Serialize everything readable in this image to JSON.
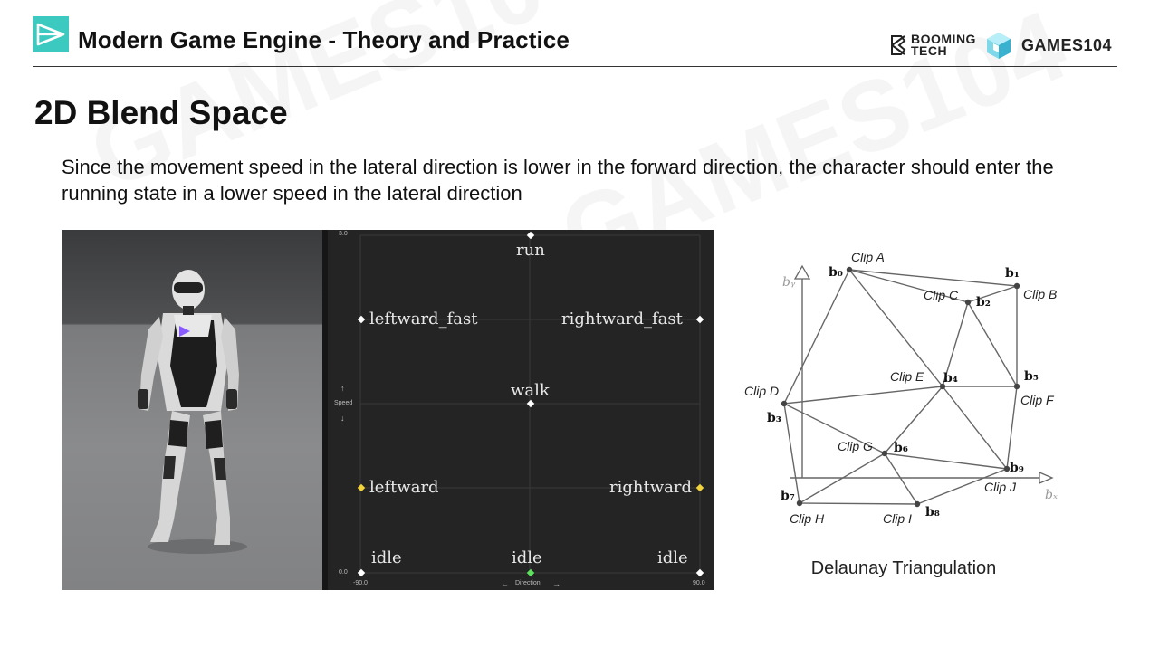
{
  "header": {
    "course_title": "Modern Game Engine - Theory and Practice",
    "brand_booming_line1": "BOOMING",
    "brand_booming_line2": "TECH",
    "brand_games": "GAMES104"
  },
  "slide": {
    "title": "2D Blend Space",
    "body": "Since the movement speed in the lateral direction is lower in the forward direction, the character should enter the running state in a lower speed in the lateral direction"
  },
  "blend_space": {
    "nodes": {
      "run": "run",
      "leftward_fast": "leftward_fast",
      "rightward_fast": "rightward_fast",
      "walk": "walk",
      "leftward": "leftward",
      "rightward": "rightward",
      "idle_left": "idle",
      "idle_center": "idle",
      "idle_right": "idle"
    },
    "axis": {
      "y_max": "3.0",
      "y_min": "0.0",
      "y_label": "Speed",
      "x_min": "-90.0",
      "x_max": "90.0",
      "x_label": "Direction"
    },
    "colors": {
      "sample_white": "#ffffff",
      "sample_yellow": "#f2d33c",
      "sample_green": "#5fe05f"
    }
  },
  "diagram": {
    "caption": "Delaunay Triangulation",
    "axes": {
      "x": "bₓ",
      "y": "bᵧ"
    },
    "points": [
      {
        "clip": "Clip A",
        "b": "b₀"
      },
      {
        "clip": "Clip B",
        "b": "b₁"
      },
      {
        "clip": "Clip C",
        "b": "b₂"
      },
      {
        "clip": "Clip D",
        "b": "b₃"
      },
      {
        "clip": "Clip E",
        "b": "b₄"
      },
      {
        "clip": "Clip F",
        "b": "b₅"
      },
      {
        "clip": "Clip G",
        "b": "b₆"
      },
      {
        "clip": "Clip H",
        "b": "b₇"
      },
      {
        "clip": "Clip I",
        "b": "b₈"
      },
      {
        "clip": "Clip J",
        "b": "b₉"
      }
    ]
  }
}
